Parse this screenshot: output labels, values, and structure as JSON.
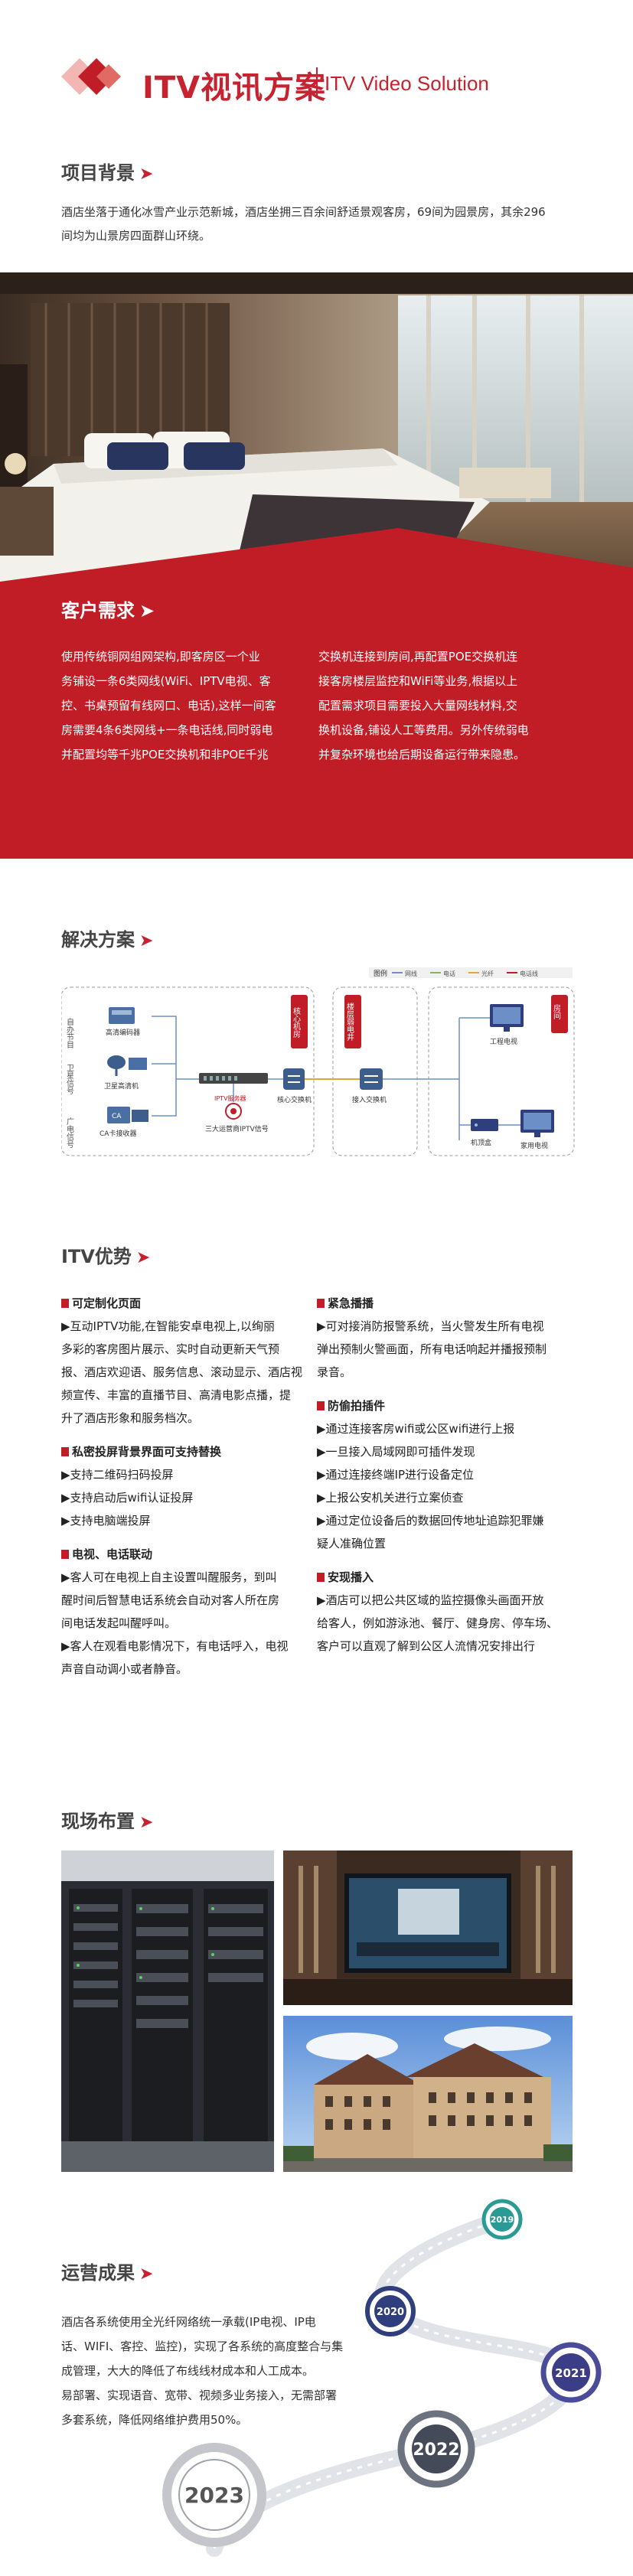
{
  "header": {
    "title_cn": "ITV视讯方案",
    "title_en": "ITV Video Solution"
  },
  "background": {
    "title": "项目背景",
    "lines": [
      "酒店坐落于通化冰雪产业示范新城，酒店坐拥三百余间舒适景观客房，69间为园景房，其余296",
      "间均为山景房四面群山环绕。"
    ]
  },
  "needs": {
    "title": "客户需求",
    "left_lines": [
      "使用传统铜网组网架构,即客房区一个业",
      "务铺设一条6类网线(WiFi、IPTV电视、客",
      "控、书桌预留有线网口、电话),这样一间客",
      "房需要4条6类网线+一条电话线,同时弱电",
      "并配置均等千兆POE交换机和非POE千兆"
    ],
    "right_lines": [
      "交换机连接到房间,再配置POE交换机连",
      "接客房楼层监控和WiFi等业务,根据以上",
      "配置需求项目需要投入大量网线材料,交",
      "换机设备,铺设人工等费用。另外传统弱电",
      "并复杂环境也给后期设备运行带来隐患。"
    ]
  },
  "solution": {
    "title": "解决方案",
    "legend": {
      "label": "图例",
      "items": [
        {
          "name": "网线",
          "color": "#6c8fc7"
        },
        {
          "name": "电话",
          "color": "#7dbb5a"
        },
        {
          "name": "光纤",
          "color": "#e8a33a"
        },
        {
          "name": "电话线",
          "color": "#c01d26"
        }
      ]
    },
    "sources": [
      "自办节目",
      "卫星信号",
      "广电信号"
    ],
    "devices": {
      "encoder": "高清编码器",
      "sat_receiver": "卫星高清机",
      "ca_receiver": "CA卡接收器",
      "iptv_server": "IPTV服务器",
      "platform": "三大运营商IPTV信号",
      "core_label": "核心机房",
      "core_switch": "核心交换机",
      "floor_label": "楼层弱电井",
      "access_switch": "接入交换机",
      "room_label": "房间",
      "room_tv": "工程电视",
      "set_top": "机顶盒",
      "home_tv": "家用电视"
    }
  },
  "advantages": {
    "title": "ITV优势",
    "left": [
      {
        "head": "可定制化页面",
        "lines": [
          "▶互动IPTV功能,在智能安卓电视上,以绚丽",
          "多彩的客房图片展示、实时自动更新天气预",
          "报、酒店欢迎语、服务信息、滚动显示、酒店视",
          "频宣传、丰富的直播节目、高清电影点播，提",
          "升了酒店形象和服务档次。"
        ]
      },
      {
        "head": "私密投屏背景界面可支持替换",
        "lines": [
          "▶支持二维码扫码投屏",
          "▶支持启动后wifi认证投屏",
          "▶支持电脑端投屏"
        ]
      },
      {
        "head": "电视、电话联动",
        "lines": [
          "▶客人可在电视上自主设置叫醒服务，到叫",
          "醒时间后智慧电话系统会自动对客人所在房",
          "间电话发起叫醒呼叫。",
          "▶客人在观看电影情况下，有电话呼入，电视",
          "声音自动调小或者静音。"
        ]
      }
    ],
    "right": [
      {
        "head": "紧急播播",
        "lines": [
          "▶可对接消防报警系统，当火警发生所有电视",
          "弹出预制火警画面，所有电话响起并播报预制",
          "录音。"
        ]
      },
      {
        "head": "防偷拍插件",
        "lines": [
          "▶通过连接客房wifi或公区wifi进行上报",
          "▶一旦接入局域网即可插件发现",
          "▶通过连接终端IP进行设备定位",
          "▶上报公安机关进行立案侦查",
          "▶通过定位设备后的数据回传地址追踪犯罪嫌",
          "疑人准确位置"
        ]
      },
      {
        "head": "安现播入",
        "lines": [
          "▶酒店可以把公共区域的监控摄像头画面开放",
          "给客人，例如游泳池、餐厅、健身房、停车场、",
          "客户可以直观了解到公区人流情况安排出行"
        ]
      }
    ]
  },
  "site": {
    "title": "现场布置"
  },
  "results": {
    "title": "运营成果",
    "lines": [
      "酒店各系统使用全光纤网络统一承载(IP电视、IP电",
      "话、WIFI、客控、监控)，实现了各系统的高度整合与集",
      "成管理，大大的降低了布线线材成本和人工成本。",
      "易部署、实现语音、宽带、视频多业务接入，无需部署",
      "多套系统，降低网络维护费用50%。"
    ],
    "years": [
      "2019",
      "2020",
      "2021",
      "2022",
      "2023"
    ]
  },
  "colors": {
    "brand_red": "#c01d26",
    "text_dark": "#333333",
    "teal": "#2a9a94",
    "navy": "#2f3f7d"
  }
}
